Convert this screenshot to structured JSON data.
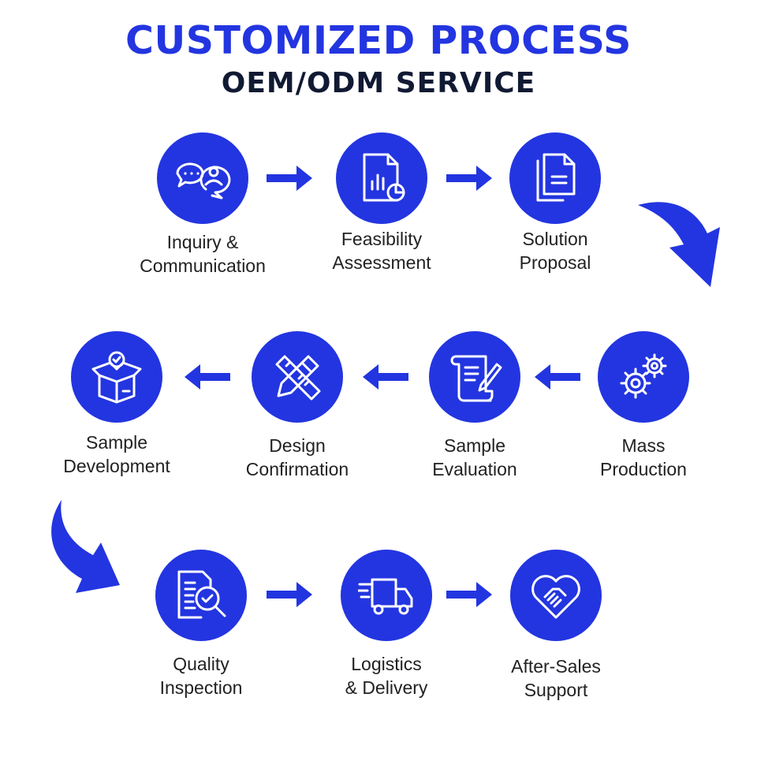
{
  "header": {
    "title": "CUSTOMIZED PROCESS",
    "subtitle": "OEM/ODM SERVICE"
  },
  "colors": {
    "accent": "#2335e0",
    "text": "#222222",
    "subtitle": "#111a33"
  },
  "steps": [
    {
      "line1": "Inquiry &",
      "line2": "Communication",
      "icon": "chat-user-icon"
    },
    {
      "line1": "Feasibility",
      "line2": "Assessment",
      "icon": "report-chart-icon"
    },
    {
      "line1": "Solution",
      "line2": "Proposal",
      "icon": "documents-icon"
    },
    {
      "line1": "Mass",
      "line2": "Production",
      "icon": "gears-icon"
    },
    {
      "line1": "Sample",
      "line2": "Evaluation",
      "icon": "scroll-pen-icon"
    },
    {
      "line1": "Design",
      "line2": "Confirmation",
      "icon": "pencil-ruler-icon"
    },
    {
      "line1": "Sample",
      "line2": "Development",
      "icon": "open-box-check-icon"
    },
    {
      "line1": "Quality",
      "line2": "Inspection",
      "icon": "document-magnifier-icon"
    },
    {
      "line1": "Logistics",
      "line2": "& Delivery",
      "icon": "delivery-truck-icon"
    },
    {
      "line1": "After-Sales",
      "line2": "Support",
      "icon": "handshake-heart-icon"
    }
  ]
}
